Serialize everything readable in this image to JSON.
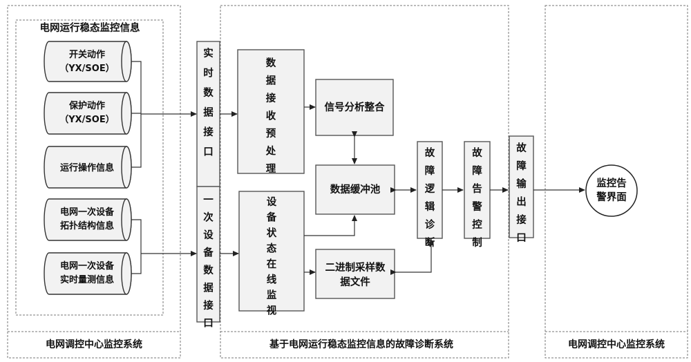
{
  "regions": {
    "left_title": "电网调控中心监控系统",
    "center_title": "基于电网运行稳态监控信息的故障诊断系统",
    "right_title": "电网调控中心监控系统",
    "group_title": "电网运行稳态监控信息"
  },
  "sources": [
    {
      "line1": "开关动作",
      "line2": "（YX/SOE）"
    },
    {
      "line1": "保护动作",
      "line2": "（YX/SOE）"
    },
    {
      "line1": "运行操作信息",
      "line2": ""
    },
    {
      "line1": "电网一次设备",
      "line2": "拓扑结构信息"
    },
    {
      "line1": "电网一次设备",
      "line2": "实时量测信息"
    }
  ],
  "interfaces": {
    "realtime": "实时数据接口",
    "equipment": "一次设备数据接口"
  },
  "processing": {
    "receive": "数据接收预处理",
    "monitor": "设备状态在线监视",
    "signal": "信号分析整合",
    "buffer": "数据缓冲池",
    "binary": "二进制采样数据文件",
    "logic": "故障逻辑诊断",
    "alarm": "故障告警控制",
    "output": "故障输出接口"
  },
  "terminal": {
    "line1": "监控告",
    "line2": "警界面"
  }
}
